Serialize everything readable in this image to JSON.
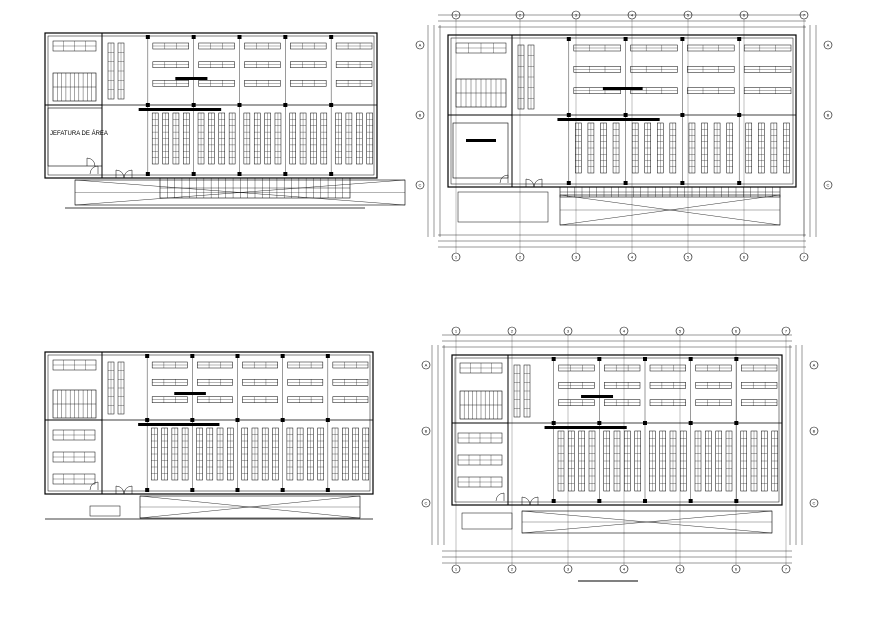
{
  "drawing": {
    "type": "architectural floor plans",
    "sheets": [
      {
        "name": "plan-top-left",
        "room_label": "JEFATURA DE ÁREA",
        "dimensioned": false
      },
      {
        "name": "plan-top-right",
        "room_label": "",
        "dimensioned": true
      },
      {
        "name": "plan-bottom-left",
        "room_label": "",
        "dimensioned": false
      },
      {
        "name": "plan-bottom-right",
        "room_label": "",
        "dimensioned": true
      }
    ],
    "grid_labels": {
      "columns": [
        "1",
        "2",
        "3",
        "4",
        "5",
        "6",
        "7"
      ],
      "rows": [
        "A",
        "B",
        "C"
      ]
    },
    "colors": {
      "line": "#000000",
      "background": "#ffffff"
    }
  }
}
